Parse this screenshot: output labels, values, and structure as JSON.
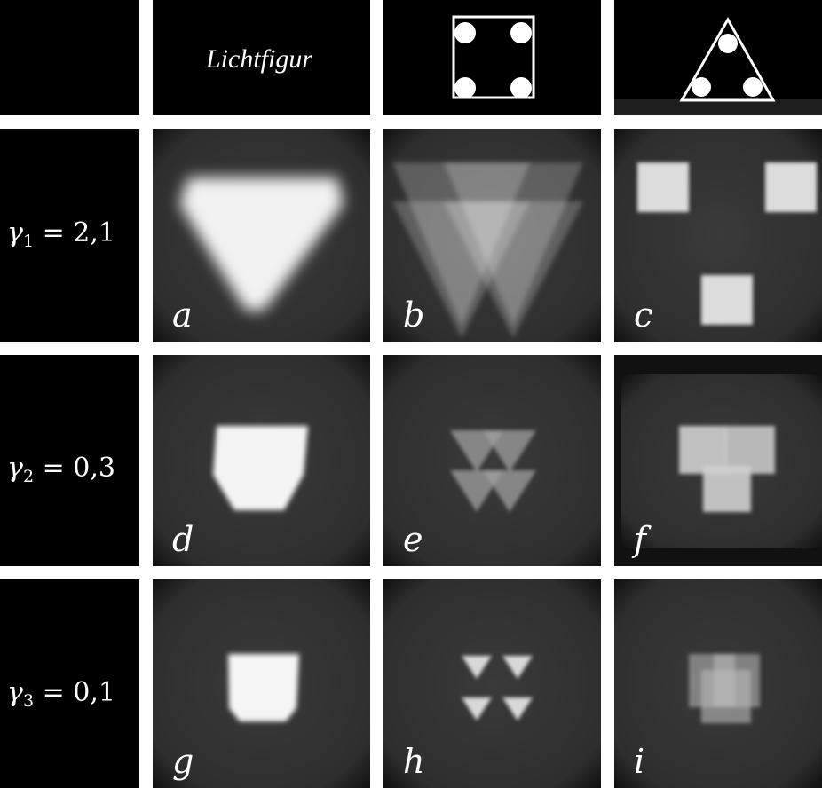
{
  "header": {
    "light_figure_label": "Lichtfigur",
    "square_mask_icon": "square-aperture-with-four-holes-icon",
    "triangle_mask_icon": "triangle-aperture-with-three-holes-icon"
  },
  "rows": [
    {
      "symbol": "γ",
      "subscript": "1",
      "value": "= 2,1"
    },
    {
      "symbol": "γ",
      "subscript": "2",
      "value": "= 0,3"
    },
    {
      "symbol": "γ",
      "subscript": "3",
      "value": "= 0,1"
    }
  ],
  "panel_labels": [
    "a",
    "b",
    "c",
    "d",
    "e",
    "f",
    "g",
    "h",
    "i"
  ],
  "colors": {
    "panel_background": "#000000",
    "separator": "#ffffff",
    "light": "#f4f4f4"
  }
}
